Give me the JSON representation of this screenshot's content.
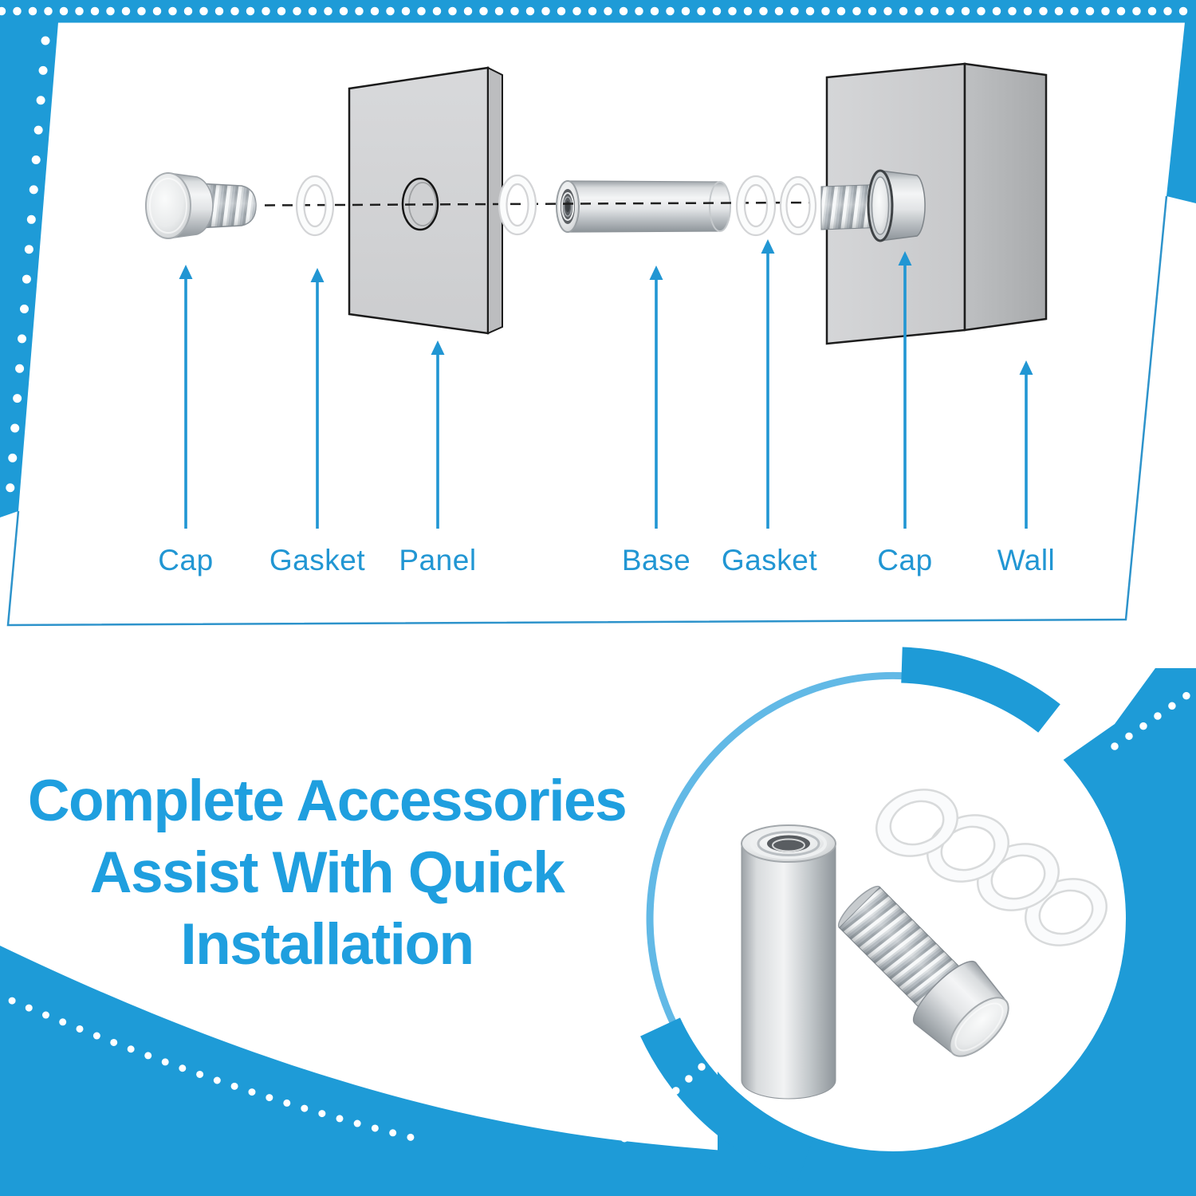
{
  "headline": {
    "line1": "Complete Accessories",
    "line2": "Assist With Quick",
    "line3": "Installation"
  },
  "diagram": {
    "labels": [
      "Cap",
      "Gasket",
      "Panel",
      "Base",
      "Gasket",
      "Cap",
      "Wall"
    ]
  },
  "colors": {
    "accent_blue": "#1e9bd7",
    "heading_blue": "#1f9fdf",
    "label_blue": "#2196d3",
    "panel_gray": "#d5d6d8",
    "wall_gray": "#cfd0d2"
  }
}
